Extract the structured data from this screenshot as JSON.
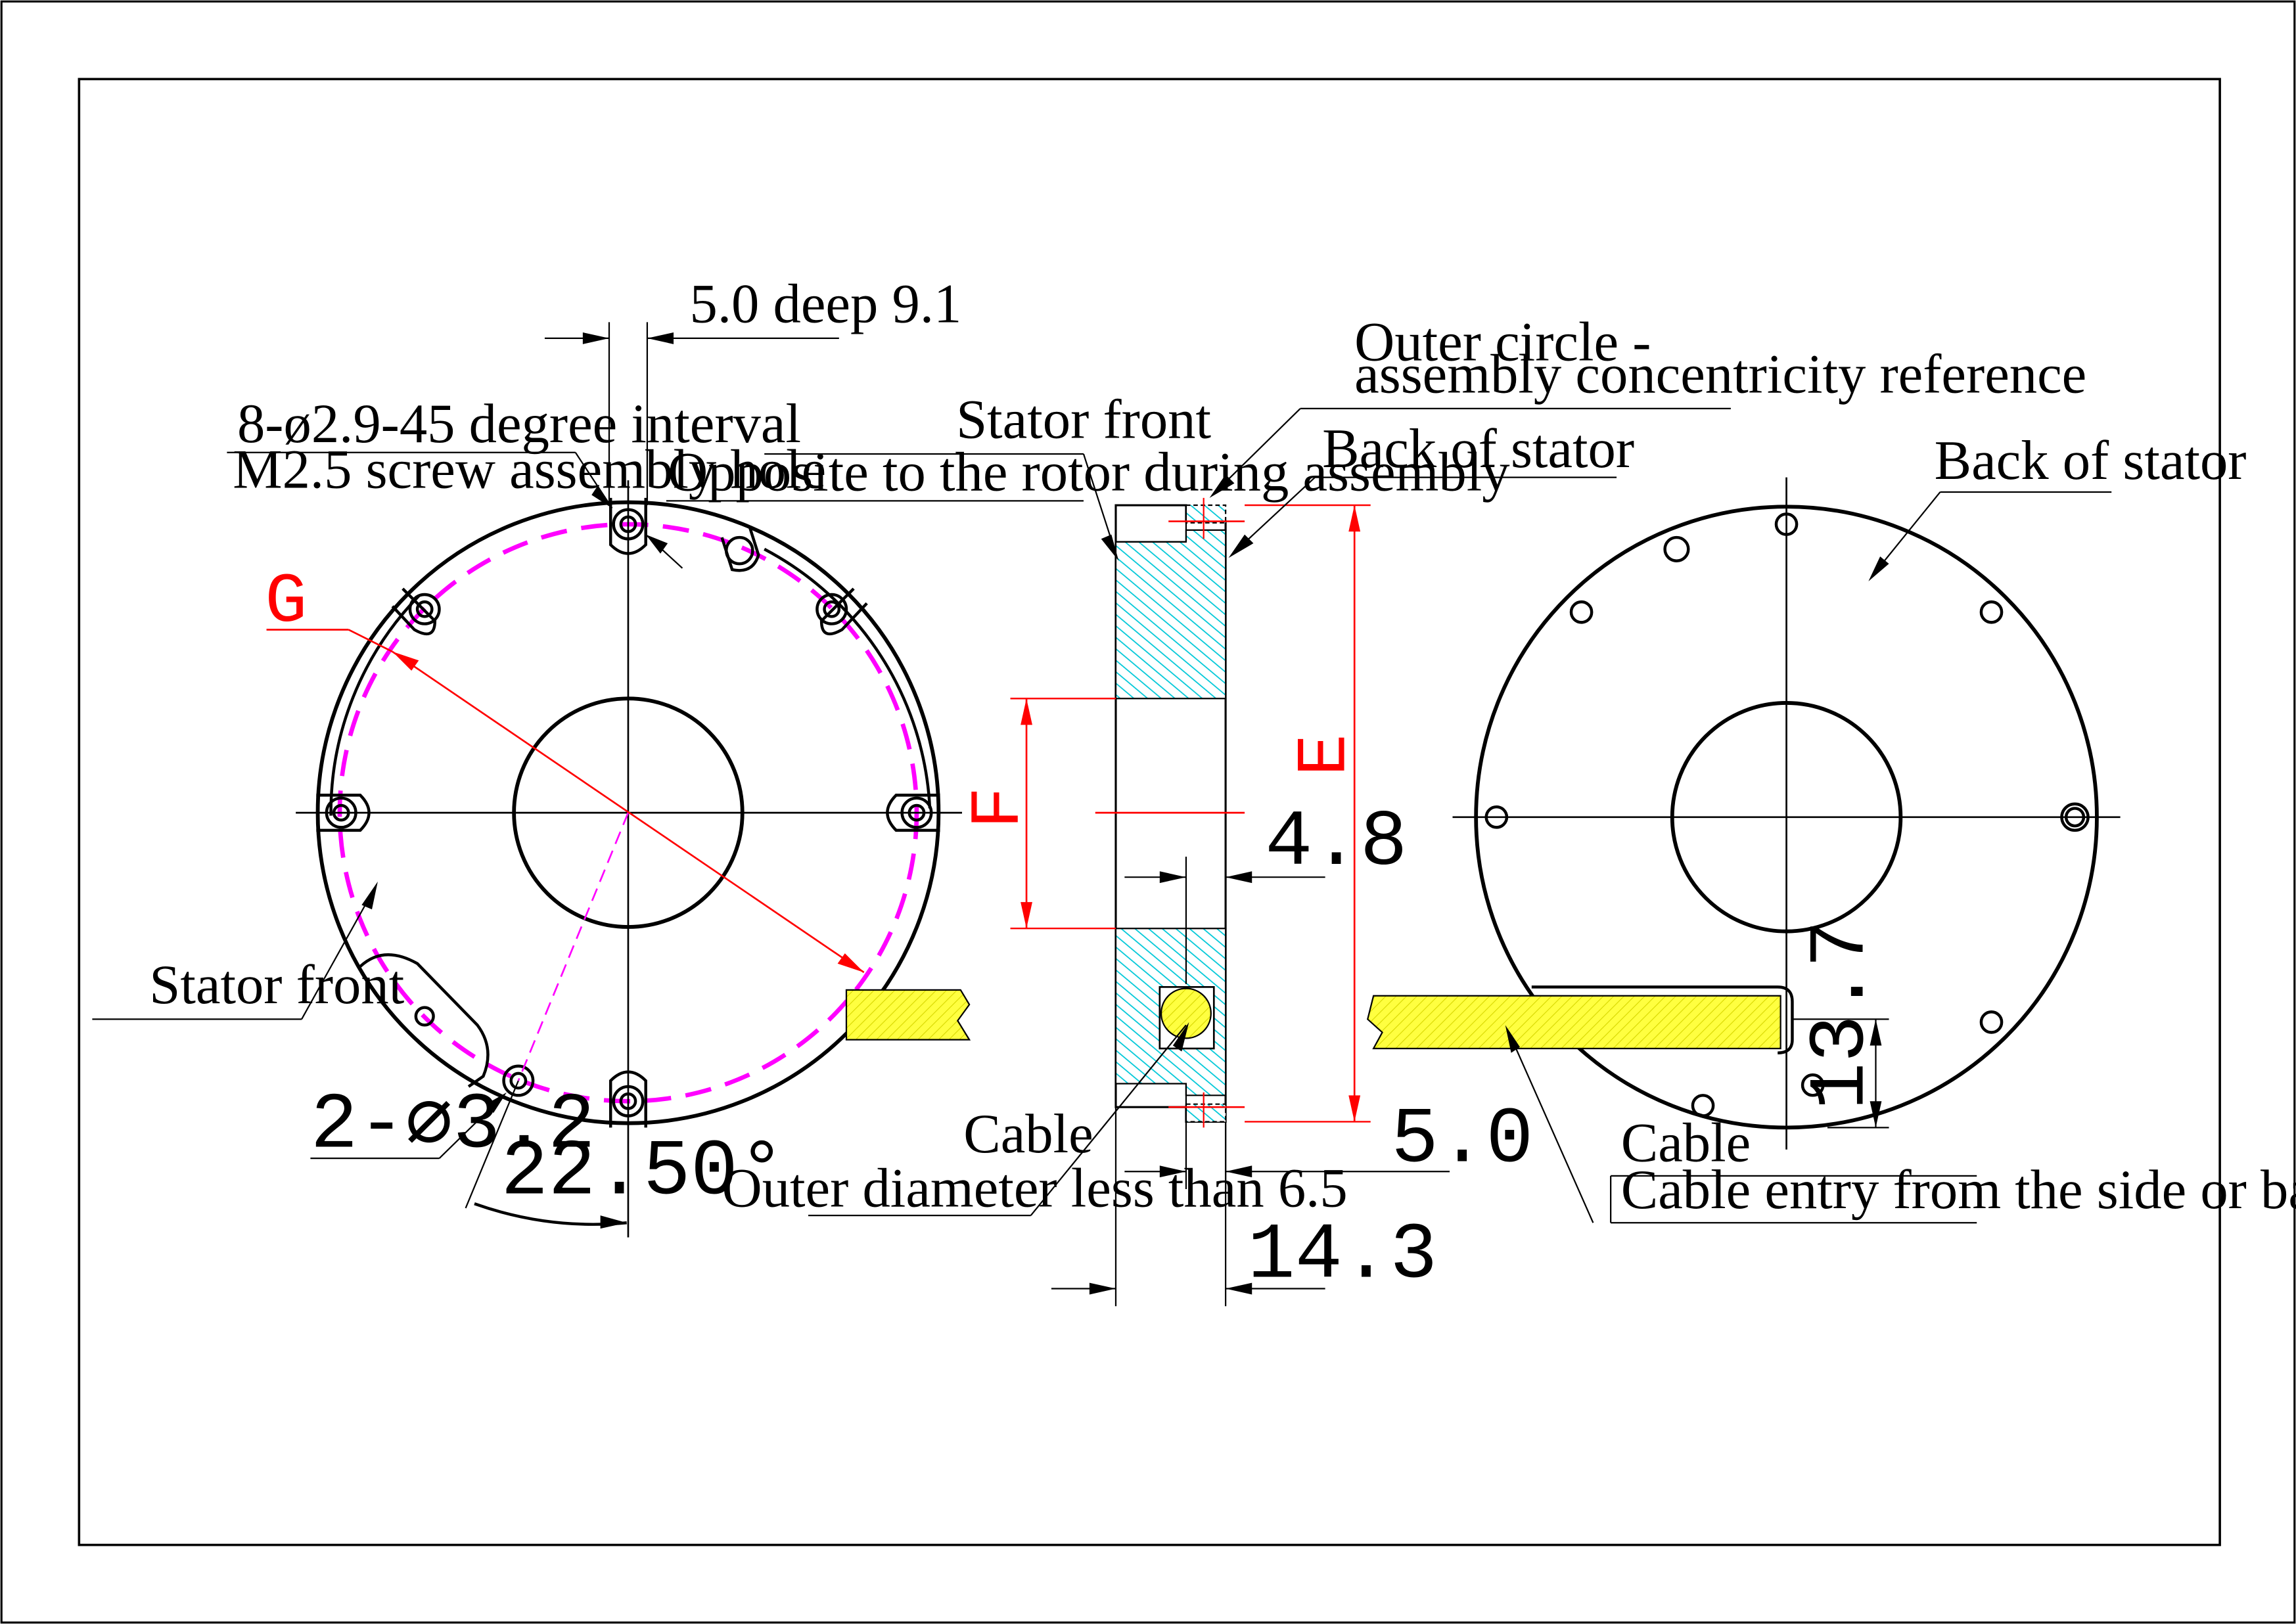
{
  "notes": {
    "hole_pattern_line1": "8-ø2.9-45 degree interval",
    "hole_pattern_line2": "M2.5 screw assembly hole",
    "counterbore": "5.0 deep 9.1",
    "stator_front_left": "Stator front",
    "stator_front_mid": "Stator front",
    "opposite_rotor": "Opposite to the rotor during assembly",
    "outer_circle_line1": "Outer circle -",
    "outer_circle_line2": "assembly concentricity reference",
    "back_of_stator_mid": "Back of stator",
    "back_of_stator_right": "Back of stator",
    "cable_mid": "Cable",
    "cable_outer_diameter": "Outer diameter less than 6.5",
    "cable_right": "Cable",
    "cable_entry": "Cable entry from the side or back"
  },
  "dimensions": {
    "dowel_holes": "2-⌀3.2",
    "angle": "22.50°",
    "width_4_8": "4.8",
    "width_5_0": "5.0",
    "width_14_3": "14.3",
    "offset_13_7": "13.7"
  },
  "variables": {
    "G": "G",
    "F": "F",
    "E": "E"
  },
  "colors": {
    "dimension_red": "#ff0000",
    "pitch_circle_magenta": "#ff00ff",
    "section_hatch_cyan": "#00c8d8",
    "cable_yellow": "#ffff00"
  }
}
